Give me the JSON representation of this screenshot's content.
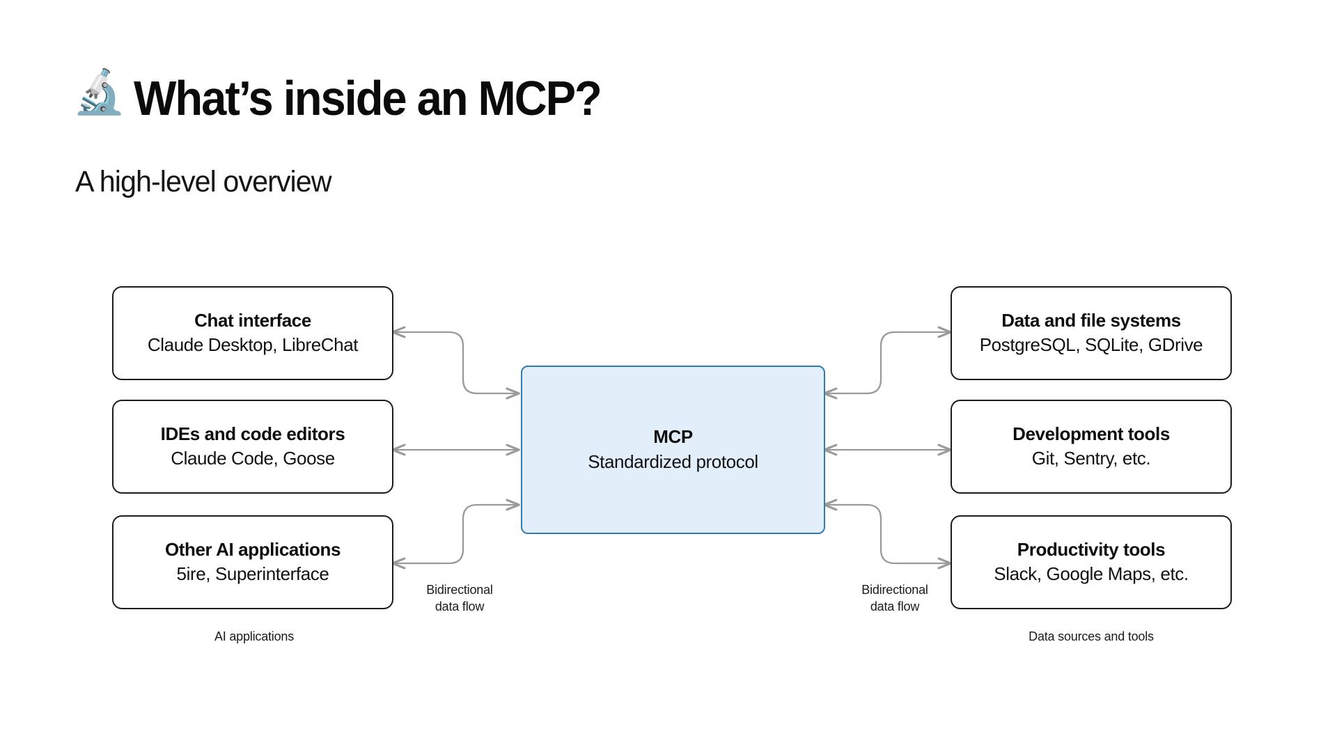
{
  "header": {
    "emoji": "🔬",
    "emoji_name": "microscope-icon",
    "title": "What’s inside an MCP?",
    "subtitle": "A high-level overview"
  },
  "diagram": {
    "type": "flow-diagram",
    "background": "#ffffff",
    "connector_color": "#9a9a9a",
    "node_border_color": "#1c1c1c",
    "center_fill": "#e2eefa",
    "center_border": "#2d7cb5",
    "left_group_caption": "AI applications",
    "right_group_caption": "Data sources and tools",
    "flow_label_left": "Bidirectional\ndata flow",
    "flow_label_right": "Bidirectional\ndata flow",
    "center": {
      "title": "MCP",
      "subtitle": "Standardized protocol"
    },
    "left_nodes": [
      {
        "title": "Chat interface",
        "subtitle": "Claude Desktop, LibreChat"
      },
      {
        "title": "IDEs and code editors",
        "subtitle": "Claude Code, Goose"
      },
      {
        "title": "Other AI applications",
        "subtitle": "5ire, Superinterface"
      }
    ],
    "right_nodes": [
      {
        "title": "Data and file systems",
        "subtitle": "PostgreSQL, SQLite, GDrive"
      },
      {
        "title": "Development tools",
        "subtitle": "Git, Sentry, etc."
      },
      {
        "title": "Productivity tools",
        "subtitle": "Slack, Google Maps, etc."
      }
    ]
  }
}
